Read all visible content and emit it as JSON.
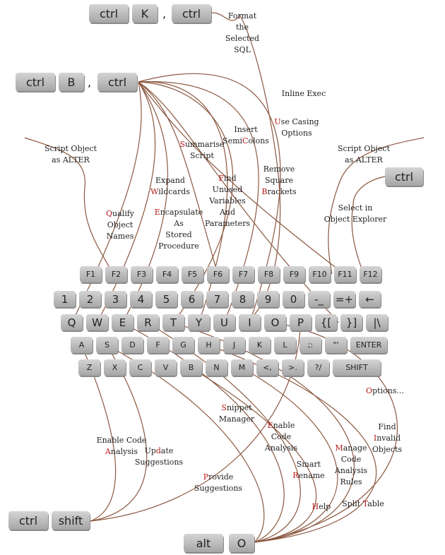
{
  "top_combo": [
    "ctrl",
    "K",
    ",",
    "ctrl"
  ],
  "second_combo": [
    "ctrl",
    "B",
    ",",
    "ctrl"
  ],
  "ctrl_right": "ctrl",
  "ctrl_shift": [
    "ctrl",
    "shift"
  ],
  "alt_o": [
    "alt",
    "O"
  ],
  "rows": {
    "function": [
      "F1",
      "F2",
      "F3",
      "F4",
      "F5",
      "F6",
      "F7",
      "F8",
      "F9",
      "F10",
      "F11",
      "F12"
    ],
    "number": [
      "1",
      "2",
      "3",
      "4",
      "5",
      "6",
      "7",
      "8",
      "9",
      "0",
      "-_",
      "=+",
      "←"
    ],
    "qwerty": [
      "Q",
      "W",
      "E",
      "R",
      "T",
      "Y",
      "U",
      "I",
      "O",
      "P",
      "{[",
      "}]",
      "|\\"
    ],
    "home": [
      "A",
      "S",
      "D",
      "F",
      "G",
      "H",
      "J",
      "K",
      "L",
      ";:",
      "\"'",
      "ENTER"
    ],
    "bottom": [
      "Z",
      "X",
      "C",
      "V",
      "B",
      "N",
      "M",
      "<,",
      ">.",
      "?/",
      "SHIFT"
    ]
  },
  "labels": {
    "format_selected_sql": [
      "Format",
      "the",
      "Selected",
      "SQL"
    ],
    "inline_exec": [
      "Inline Exec"
    ],
    "use_casing_options": [
      "Use Casing",
      "Options"
    ],
    "insert_semicolons": [
      "Insert",
      "SemiColons"
    ],
    "summarise_script": [
      "Summarise",
      "Script"
    ],
    "remove_square_brackets": [
      "Remove",
      "Square",
      "Brackets"
    ],
    "find_unused": [
      "Find",
      "Unused",
      "Variables",
      "And",
      "Parameters"
    ],
    "expand_wildcards": [
      "Expand",
      "Wildcards"
    ],
    "qualify_object_names": [
      "Qualify",
      "Object",
      "Names"
    ],
    "encapsulate": [
      "Encapsulate",
      "As",
      "Stored",
      "Procedure"
    ],
    "script_object_alter_left": [
      "Script Object",
      "as ALTER"
    ],
    "script_object_alter_right": [
      "Script Object",
      "as ALTER"
    ],
    "select_in_object_explorer": [
      "Select in",
      "Object Explorer"
    ],
    "snippet_manager": [
      "Snippet",
      "Manager"
    ],
    "enable_code_analysis_left": [
      "Enable Code",
      "Analysis"
    ],
    "update_suggestions": [
      "Update",
      "Suggestions"
    ],
    "provide_suggestions": [
      "Provide",
      "Suggestions"
    ],
    "enable_code_analysis_mid": [
      "Enable",
      "Code",
      "Analysis"
    ],
    "smart_rename": [
      "Smart",
      "Rename"
    ],
    "help": [
      "Help"
    ],
    "manage_code_analysis_rules": [
      "Manage",
      "Code",
      "Analysis",
      "Rules"
    ],
    "split_table": [
      "Split Table"
    ],
    "find_invalid_objects": [
      "Find",
      "Invalid",
      "Objects"
    ],
    "options": [
      "Options..."
    ]
  }
}
